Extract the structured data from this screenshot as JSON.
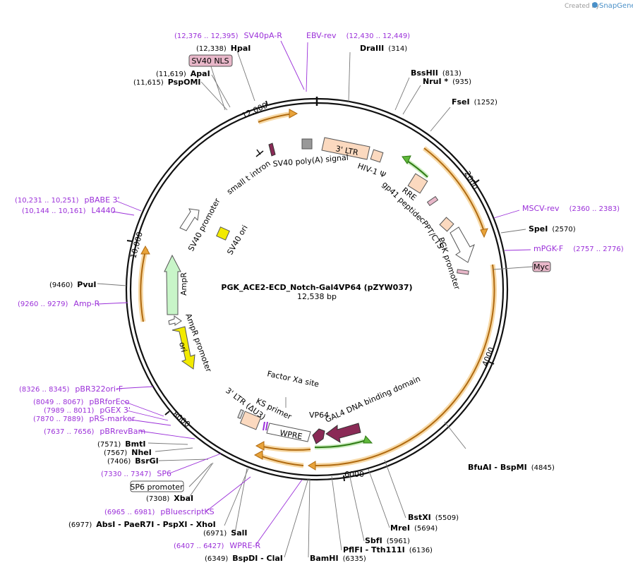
{
  "header": {
    "credit_prefix": "Created by",
    "credit_brand": "SnapGene"
  },
  "plasmid": {
    "name": "PGK_ACE2-ECD_Notch-Gal4VP64 (pZYW037)",
    "length": "12,538 bp"
  },
  "ticks": [
    {
      "label": "2000"
    },
    {
      "label": "4000"
    },
    {
      "label": "6000"
    },
    {
      "label": "8000"
    },
    {
      "label": "10,000"
    },
    {
      "label": "12,000"
    }
  ],
  "sites": [
    {
      "pos": "(314)",
      "name": "DraIII",
      "side": "right"
    },
    {
      "pos": "(813)",
      "name": "BssHII",
      "side": "right"
    },
    {
      "pos": "(935)",
      "name": "NruI *",
      "side": "right"
    },
    {
      "pos": "(1252)",
      "name": "FseI",
      "side": "right"
    },
    {
      "pos": "(2570)",
      "name": "SpeI",
      "side": "right"
    },
    {
      "pos": "(4845)",
      "name": "BfuAI  -  BspMI",
      "side": "right"
    },
    {
      "pos": "(5509)",
      "name": "BstXI",
      "side": "right"
    },
    {
      "pos": "(5694)",
      "name": "MreI",
      "side": "right"
    },
    {
      "pos": "(5961)",
      "name": "SbfI",
      "side": "right"
    },
    {
      "pos": "(6136)",
      "name": "PflFI  -  Tth111I",
      "side": "right"
    },
    {
      "pos": "(6335)",
      "name": "BamHI",
      "side": "right"
    },
    {
      "pos": "(6349)",
      "name": "BspDI  -  ClaI",
      "side": "left"
    },
    {
      "pos": "(6971)",
      "name": "SalI",
      "side": "left"
    },
    {
      "pos": "(6977)",
      "name": "AbsI  -  PaeR7I  -  PspXI  -  XhoI",
      "side": "left"
    },
    {
      "pos": "(7308)",
      "name": "XbaI",
      "side": "left"
    },
    {
      "pos": "(7406)",
      "name": "BsrGI",
      "side": "left"
    },
    {
      "pos": "(7567)",
      "name": "NheI",
      "side": "left"
    },
    {
      "pos": "(7571)",
      "name": "BmtI",
      "side": "left"
    },
    {
      "pos": "(9460)",
      "name": "PvuI",
      "side": "left"
    },
    {
      "pos": "(11,615)",
      "name": "PspOMI",
      "side": "left"
    },
    {
      "pos": "(11,619)",
      "name": "ApaI",
      "side": "left"
    },
    {
      "pos": "(12,338)",
      "name": "HpaI",
      "side": "left"
    }
  ],
  "primers": [
    {
      "pos": "(12,376 .. 12,395)",
      "name": "SV40pA-R"
    },
    {
      "pos": "(12,430 .. 12,449)",
      "name": "EBV-rev"
    },
    {
      "pos": "(2360 .. 2383)",
      "name": "MSCV-rev"
    },
    {
      "pos": "(2757 .. 2776)",
      "name": "mPGK-F"
    },
    {
      "pos": "(10,231 .. 10,251)",
      "name": "pBABE 3'"
    },
    {
      "pos": "(10,144 .. 10,161)",
      "name": "L4440"
    },
    {
      "pos": "(9260 .. 9279)",
      "name": "Amp-R"
    },
    {
      "pos": "(8326 .. 8345)",
      "name": "pBR322ori-F"
    },
    {
      "pos": "(8049 .. 8067)",
      "name": "pBRforEco"
    },
    {
      "pos": "(7989 .. 8011)",
      "name": "pGEX 3'"
    },
    {
      "pos": "(7870 .. 7889)",
      "name": "pRS-marker"
    },
    {
      "pos": "(7637 .. 7656)",
      "name": "pBRrevBam"
    },
    {
      "pos": "(7330 .. 7347)",
      "name": "SP6"
    },
    {
      "pos": "(6965 .. 6981)",
      "name": "pBluescriptKS"
    },
    {
      "pos": "(6407 .. 6427)",
      "name": "WPRE-R"
    }
  ],
  "boxed_features": [
    {
      "name": "SV40 NLS"
    },
    {
      "name": "Myc"
    },
    {
      "name": "SP6 promoter"
    }
  ],
  "features": [
    {
      "name": "3' LTR"
    },
    {
      "name": "HIV-1 Ψ"
    },
    {
      "name": "RRE"
    },
    {
      "name": "gp41 peptide"
    },
    {
      "name": "cPPT/CTS"
    },
    {
      "name": "PGK promoter"
    },
    {
      "name": "SV40 poly(A) signal"
    },
    {
      "name": "small t intron"
    },
    {
      "name": "SV40 promoter"
    },
    {
      "name": "SV40 ori"
    },
    {
      "name": "AmpR"
    },
    {
      "name": "AmpR promoter"
    },
    {
      "name": "ori"
    },
    {
      "name": "Factor Xa site"
    },
    {
      "name": "KS primer"
    },
    {
      "name": "3' LTR (ΔU3)"
    },
    {
      "name": "WPRE"
    },
    {
      "name": "VP64"
    },
    {
      "name": "GAL4 DNA binding domain"
    }
  ],
  "colors": {
    "backbone": "#111111",
    "orange_arrow": "#e8a33a",
    "orange_glow": "#f7d9a6",
    "primer": "#9b30d9",
    "ltr_fill": "#fbd9bf",
    "green_arrow": "#5fb83a",
    "maroon": "#8a2a56",
    "yellow": "#f2ea00",
    "ampr_fill": "#c8f5c8",
    "nls_fill": "#e8b7c9"
  }
}
